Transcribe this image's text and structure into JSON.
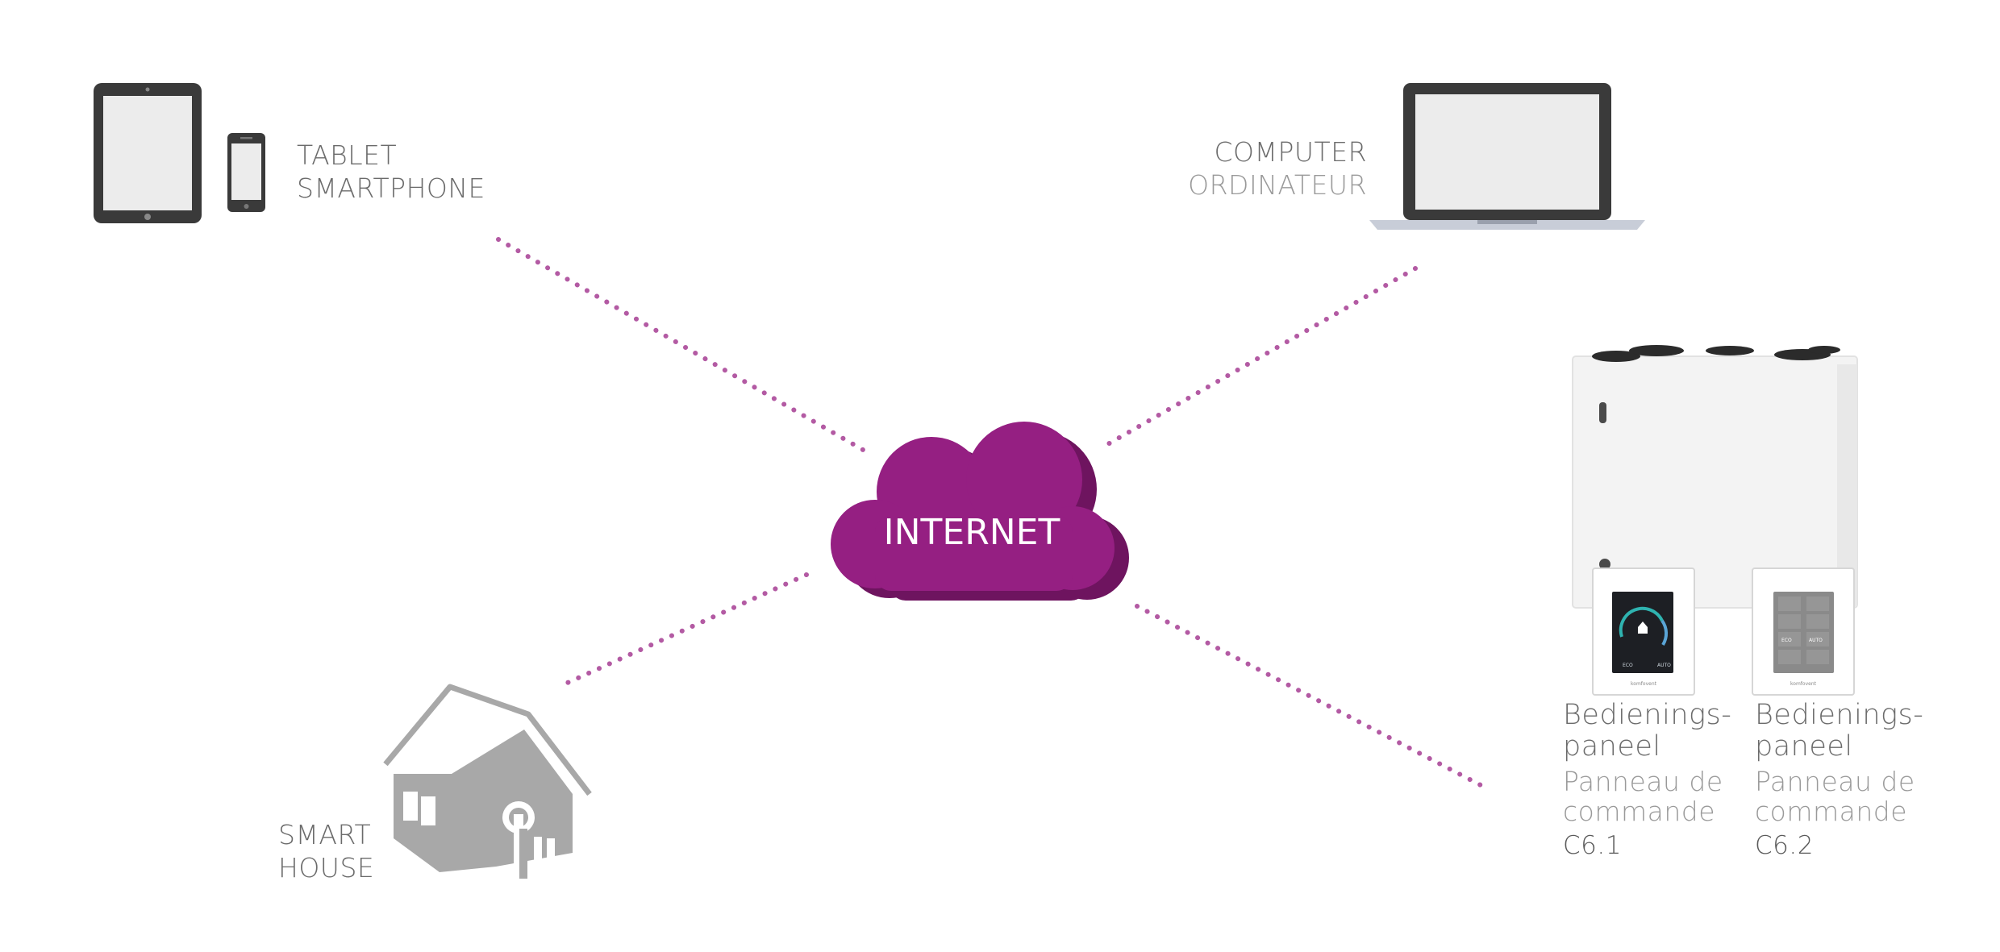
{
  "cloud": {
    "label": "INTERNET"
  },
  "colors": {
    "accent": "#951f82",
    "accent_dark": "#6e145f",
    "dots": "#b35aa3",
    "device_dark": "#3a3a3a",
    "screen": "#ececec",
    "house": "#a8a8a8"
  },
  "nodes": {
    "tablet": {
      "line1": "TABLET",
      "line2": "SMARTPHONE"
    },
    "computer": {
      "line1": "COMPUTER",
      "line2": "ORDINATEUR"
    },
    "smart_house": {
      "line1": "SMART",
      "line2": "HOUSE"
    },
    "panel_c61": {
      "title_l1": "Bedienings-",
      "title_l2": "paneel",
      "sub_l1": "Panneau de",
      "sub_l2": "commande",
      "model": "C6.1"
    },
    "panel_c62": {
      "title_l1": "Bedienings-",
      "title_l2": "paneel",
      "sub_l1": "Panneau de",
      "sub_l2": "commande",
      "model": "C6.2"
    }
  },
  "panels": {
    "c61_screen": {
      "eco": "ECO",
      "auto": "AUTO"
    },
    "c62_screen": {
      "eco": "ECO",
      "auto": "AUTO"
    },
    "brand": "komfovent"
  }
}
